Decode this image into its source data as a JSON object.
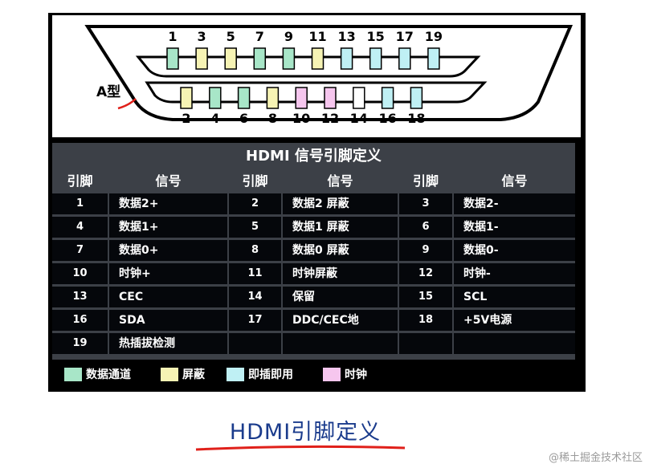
{
  "connector": {
    "type_label": "A型",
    "top_pins": [
      {
        "number": "1",
        "group": "data"
      },
      {
        "number": "3",
        "group": "shield"
      },
      {
        "number": "5",
        "group": "shield"
      },
      {
        "number": "7",
        "group": "data"
      },
      {
        "number": "9",
        "group": "data"
      },
      {
        "number": "11",
        "group": "shield"
      },
      {
        "number": "13",
        "group": "hotplug"
      },
      {
        "number": "15",
        "group": "hotplug"
      },
      {
        "number": "17",
        "group": "hotplug"
      },
      {
        "number": "19",
        "group": "hotplug"
      }
    ],
    "bottom_pins": [
      {
        "number": "2",
        "group": "shield"
      },
      {
        "number": "4",
        "group": "data"
      },
      {
        "number": "6",
        "group": "data"
      },
      {
        "number": "8",
        "group": "shield"
      },
      {
        "number": "10",
        "group": "clock"
      },
      {
        "number": "12",
        "group": "clock"
      },
      {
        "number": "14",
        "group": "reserved"
      },
      {
        "number": "16",
        "group": "hotplug"
      },
      {
        "number": "18",
        "group": "hotplug"
      }
    ]
  },
  "colors": {
    "data": "#a8e6c8",
    "shield": "#f6f3b4",
    "hotplug": "#bff0f4",
    "clock": "#f6c6ee",
    "reserved": "#ffffff",
    "caption_underline": "#e0201a",
    "label_mark": "#e0201a"
  },
  "table": {
    "title": "HDMI  信号引脚定义",
    "headers": [
      "引脚",
      "信号",
      "引脚",
      "信号",
      "引脚",
      "信号"
    ],
    "rows": [
      [
        {
          "pin": "1",
          "signal": "数据2+"
        },
        {
          "pin": "2",
          "signal": "数据2 屏蔽"
        },
        {
          "pin": "3",
          "signal": "数据2-"
        }
      ],
      [
        {
          "pin": "4",
          "signal": "数据1+"
        },
        {
          "pin": "5",
          "signal": "数据1 屏蔽"
        },
        {
          "pin": "6",
          "signal": "数据1-"
        }
      ],
      [
        {
          "pin": "7",
          "signal": "数据0+"
        },
        {
          "pin": "8",
          "signal": "数据0 屏蔽"
        },
        {
          "pin": "9",
          "signal": "数据0-"
        }
      ],
      [
        {
          "pin": "10",
          "signal": "时钟+"
        },
        {
          "pin": "11",
          "signal": "时钟屏蔽"
        },
        {
          "pin": "12",
          "signal": "时钟-"
        }
      ],
      [
        {
          "pin": "13",
          "signal": "CEC"
        },
        {
          "pin": "14",
          "signal": "保留"
        },
        {
          "pin": "15",
          "signal": "SCL"
        }
      ],
      [
        {
          "pin": "16",
          "signal": "SDA"
        },
        {
          "pin": "17",
          "signal": "DDC/CEC地"
        },
        {
          "pin": "18",
          "signal": "+5V电源"
        }
      ],
      [
        {
          "pin": "19",
          "signal": "热插拔检测"
        },
        {
          "pin": "",
          "signal": ""
        },
        {
          "pin": "",
          "signal": ""
        }
      ]
    ]
  },
  "legend": [
    {
      "label": "数据通道",
      "group": "data"
    },
    {
      "label": "屏蔽",
      "group": "shield"
    },
    {
      "label": "即插即用",
      "group": "hotplug"
    },
    {
      "label": "时钟",
      "group": "clock"
    }
  ],
  "caption": "HDMI引脚定义",
  "watermark": "@稀土掘金技术社区"
}
